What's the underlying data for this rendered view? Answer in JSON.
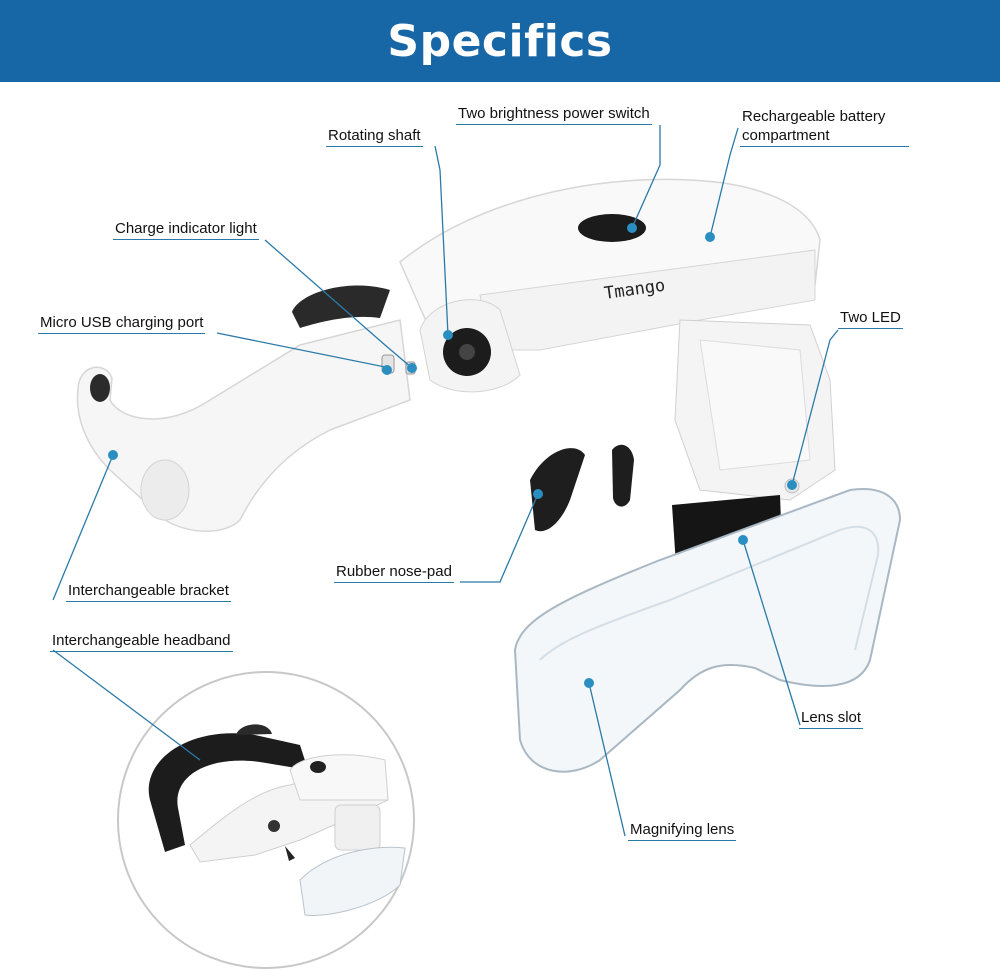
{
  "header": {
    "title": "Specifics"
  },
  "product": {
    "brand": "Tmango"
  },
  "callouts": {
    "power_switch": "Two brightness power switch",
    "battery": "Rechargeable battery compartment",
    "rotating_shaft": "Rotating shaft",
    "charge_indicator": "Charge indicator light",
    "usb_port": "Micro USB charging port",
    "two_led": "Two LED",
    "nose_pad": "Rubber nose-pad",
    "bracket": "Interchangeable bracket",
    "headband": "Interchangeable headband",
    "lens_slot": "Lens slot",
    "magnifying_lens": "Magnifying lens"
  },
  "colors": {
    "banner": "#1766a6",
    "accent": "#2a7aa8",
    "dot": "#2a8fc0"
  }
}
